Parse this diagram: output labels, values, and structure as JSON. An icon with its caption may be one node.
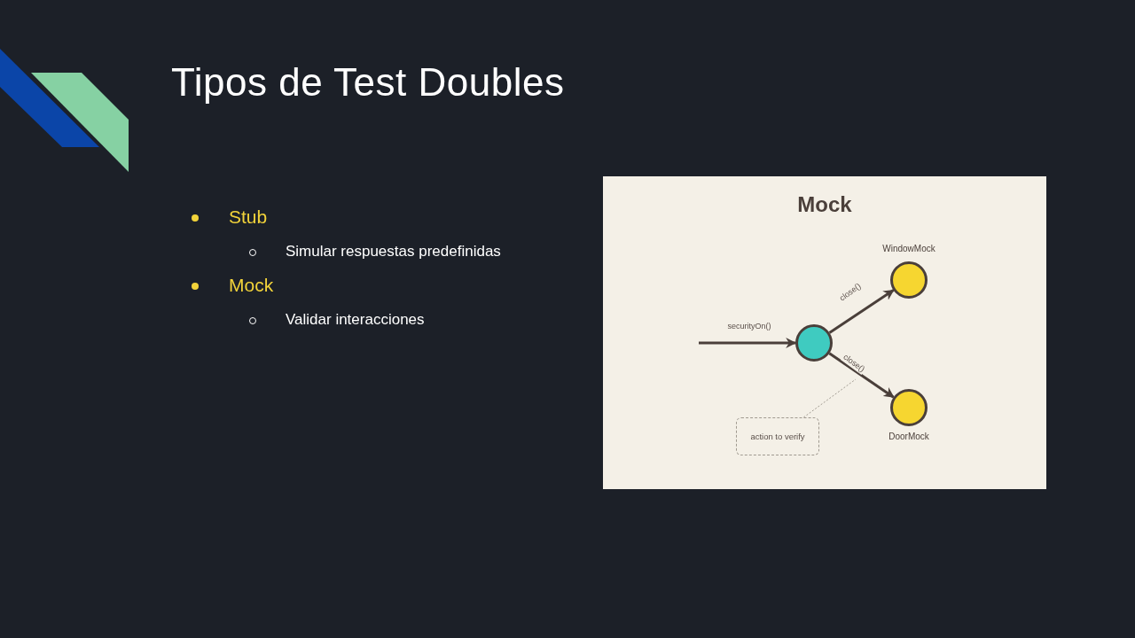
{
  "diagram": {
    "title": "Tipos de Test Doubles",
    "nodes": [
      {
        "text": [
          "Mock"
        ]
      },
      {
        "text": [],
        "shape": "circle",
        "in": 0
      },
      {
        "text": [
          "WindowMock"
        ],
        "in": 0
      },
      {
        "text": [
          "DoorMock"
        ],
        "in": 0
      },
      {
        "text": [
          "action to verify"
        ],
        "in": 0
      }
    ],
    "edges": [
      {
        "from": null,
        "to": 1,
        "arrow": "to",
        "label": "securityOn()"
      },
      {
        "from": 1,
        "to": 2,
        "arrow": "to",
        "label": "close()"
      },
      {
        "from": 1,
        "to": 3,
        "arrow": "to",
        "label": "close()"
      },
      {
        "from": 4,
        "to": null,
        "arrow": "none",
        "style": "dashed",
        "color": "#a09a90"
      }
    ],
    "labels": [
      "Stub",
      "Simular respuestas predefinidas",
      "Mock",
      "Validar interacciones"
    ]
  }
}
